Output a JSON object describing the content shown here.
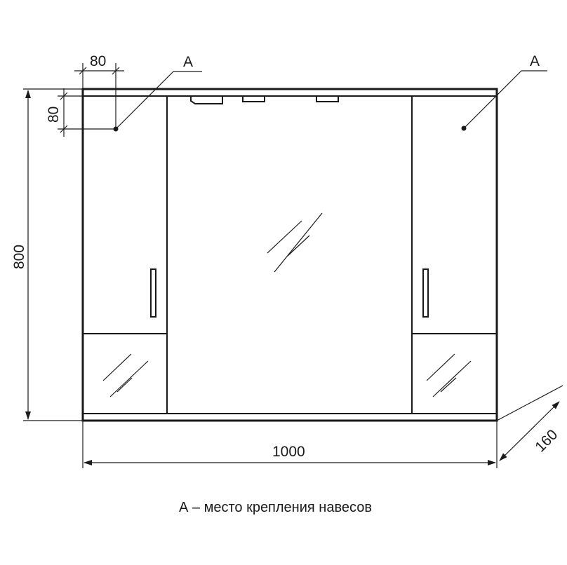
{
  "dimensions": {
    "width": "1000",
    "height": "800",
    "depth": "160",
    "hole_offset_x": "80",
    "hole_offset_y": "80"
  },
  "labels": {
    "mount_left": "A",
    "mount_right": "A"
  },
  "caption": "А – место крепления навесов"
}
